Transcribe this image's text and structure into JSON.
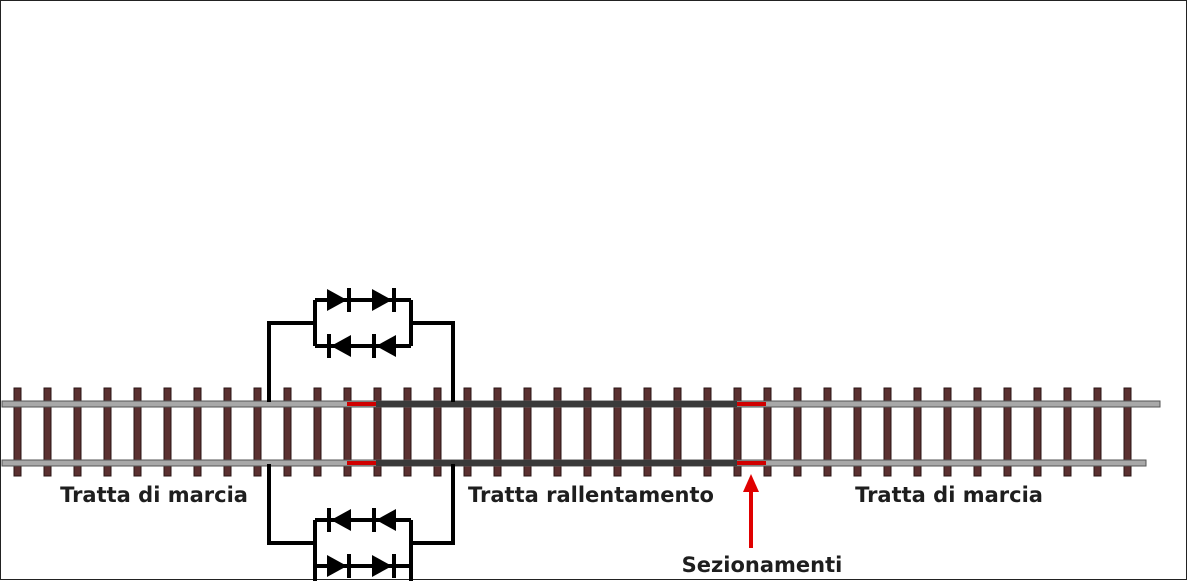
{
  "diagram": {
    "labels": {
      "left_section": "Tratta di marcia",
      "middle_section": "Tratta rallentamento",
      "right_section": "Tratta di marcia",
      "gaps": "Sezionamenti"
    },
    "colors": {
      "sleeper": "#5a3030",
      "rail_outer": "#a8a8a8",
      "rail_middle": "#3a3a3a",
      "gap_marker": "#d00000",
      "arrow": "#e00000",
      "wire": "#000000"
    },
    "icons": [
      "diode-icon",
      "arrow-up-icon"
    ]
  }
}
